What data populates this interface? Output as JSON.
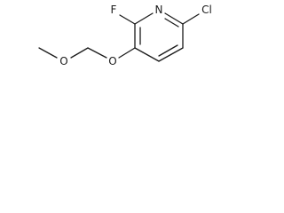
{
  "molecule": {
    "atoms": {
      "N": "N",
      "F": "F",
      "Cl": "Cl",
      "O_ring": "O",
      "O_ether": "O"
    },
    "colors": {
      "ink": "#1a1a1a",
      "background": "#ffffff"
    }
  }
}
